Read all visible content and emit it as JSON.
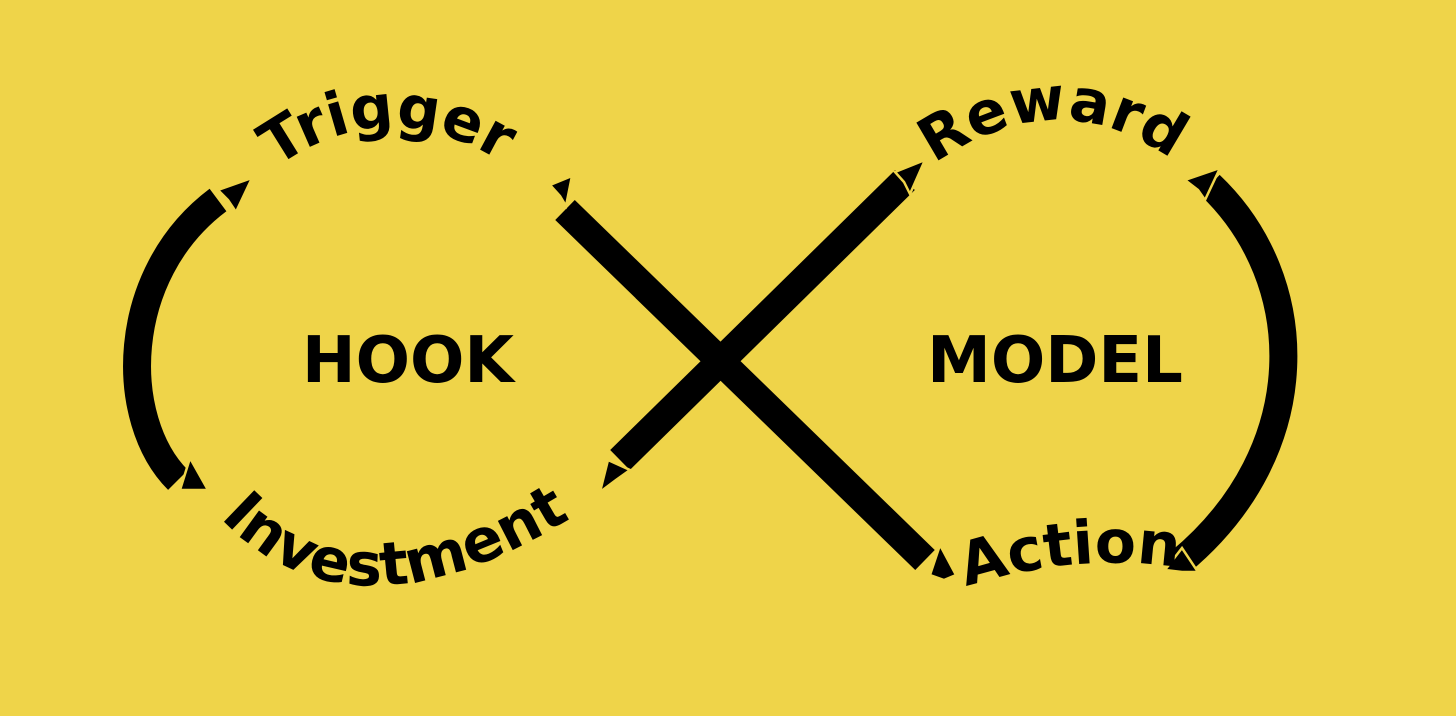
{
  "background_color": "#efd449",
  "stroke_color": "#000000",
  "center": {
    "left": "HOOK",
    "right": "MODEL"
  },
  "stages": {
    "trigger": "Trigger",
    "action": "Action",
    "reward": "Reward",
    "investment": "Investment"
  },
  "icons": {
    "arrows": "arrow-chevron-icon"
  }
}
